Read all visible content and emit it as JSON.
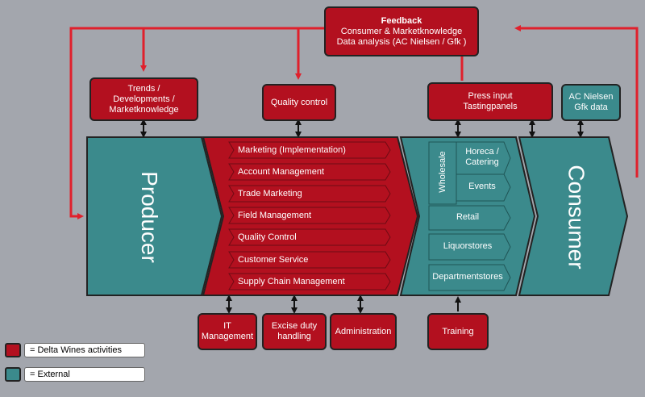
{
  "feedback": {
    "title": "Feedback",
    "line1": "Consumer & Marketknowledge",
    "line2": "Data analysis (AC Nielsen / Gfk )"
  },
  "top_boxes": {
    "trends": [
      "Trends /",
      "Developments /",
      "Marketknowledge"
    ],
    "quality_control": "Quality control",
    "press": [
      "Press input",
      "Tastingpanels"
    ],
    "acnielsen": [
      "AC Nielsen",
      "Gfk data"
    ]
  },
  "producer": "Producer",
  "consumer": "Consumer",
  "activities": [
    "Marketing (Implementation)",
    "Account Management",
    "Trade Marketing",
    "Field Management",
    "Quality Control",
    "Customer Service",
    "Supply Chain Management"
  ],
  "distribution": {
    "wholesale": "Wholesale",
    "horeca": [
      "Horeca /",
      "Catering"
    ],
    "events": "Events",
    "retail": "Retail",
    "liquor": "Liquorstores",
    "department": "Departmentstores"
  },
  "bottom_boxes": {
    "it": [
      "IT",
      "Management"
    ],
    "excise": [
      "Excise duty",
      "handling"
    ],
    "administration": "Administration",
    "training": "Training"
  },
  "legend": {
    "delta": "= Delta Wines activities",
    "external": "= External"
  },
  "colors": {
    "delta_red": "#b3101f",
    "external_teal": "#3b8a8c",
    "background": "#a3a6ad",
    "arrow_red": "#e0202c"
  }
}
